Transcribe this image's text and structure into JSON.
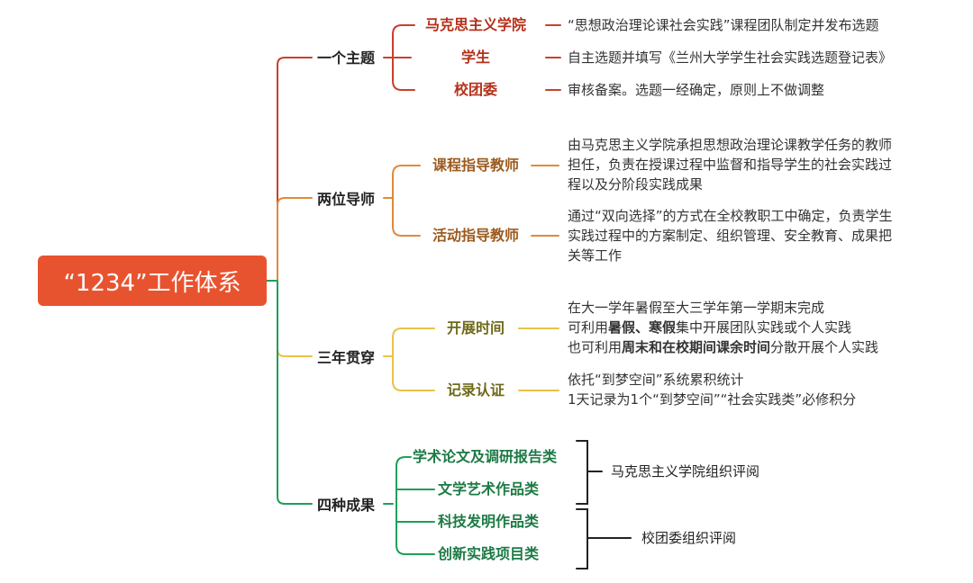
{
  "colors": {
    "red": "#c9412b",
    "orange": "#e08a3c",
    "yellow": "#e9c24a",
    "green": "#1f9e5b",
    "text_red": "#b5301a",
    "text_orange": "#9c5a1e",
    "text_olive": "#6f6a1a",
    "text_green": "#1d7a45"
  },
  "root": "“1234”工作体系",
  "branches": [
    {
      "label": "一个主题",
      "items": [
        {
          "label": "马克思主义学院",
          "desc": [
            "“思想政治理论课社会实践”课程团队制定并发布选题"
          ]
        },
        {
          "label": "学生",
          "desc": [
            "自主选题并填写《兰州大学学生社会实践选题登记表》"
          ]
        },
        {
          "label": "校团委",
          "desc": [
            "审核备案。选题一经确定，原则上不做调整"
          ]
        }
      ]
    },
    {
      "label": "两位导师",
      "items": [
        {
          "label": "课程指导教师",
          "desc": [
            "由马克思主义学院承担思想政治理论课教学任务的教师",
            "担任，负责在授课过程中监督和指导学生的社会实践过",
            "程以及分阶段实践成果"
          ]
        },
        {
          "label": "活动指导教师",
          "desc": [
            "通过“双向选择”的方式在全校教职工中确定，负责学生",
            "实践过程中的方案制定、组织管理、安全教育、成果把",
            "关等工作"
          ]
        }
      ]
    },
    {
      "label": "三年贯穿",
      "items": [
        {
          "label": "开展时间",
          "desc_rich": [
            [
              {
                "t": "在大一学年暑假至大三学年第一学期末完成",
                "b": false
              }
            ],
            [
              {
                "t": "可利用",
                "b": false
              },
              {
                "t": "暑假、寒假",
                "b": true
              },
              {
                "t": "集中开展团队实践或个人实践",
                "b": false
              }
            ],
            [
              {
                "t": "也可利用",
                "b": false
              },
              {
                "t": "周末和在校期间课余时间",
                "b": true
              },
              {
                "t": "分散开展个人实践",
                "b": false
              }
            ]
          ]
        },
        {
          "label": "记录认证",
          "desc": [
            "依托“到梦空间”系统累积统计",
            "1天记录为1个“到梦空间”“社会实践类”必修积分"
          ]
        }
      ]
    },
    {
      "label": "四种成果",
      "items": [
        {
          "label": "学术论文及调研报告类"
        },
        {
          "label": "文学艺术作品类"
        },
        {
          "label": "科技发明作品类"
        },
        {
          "label": "创新实践项目类"
        }
      ],
      "evaluators": [
        "马克思主义学院组织评阅",
        "校团委组织评阅"
      ]
    }
  ]
}
